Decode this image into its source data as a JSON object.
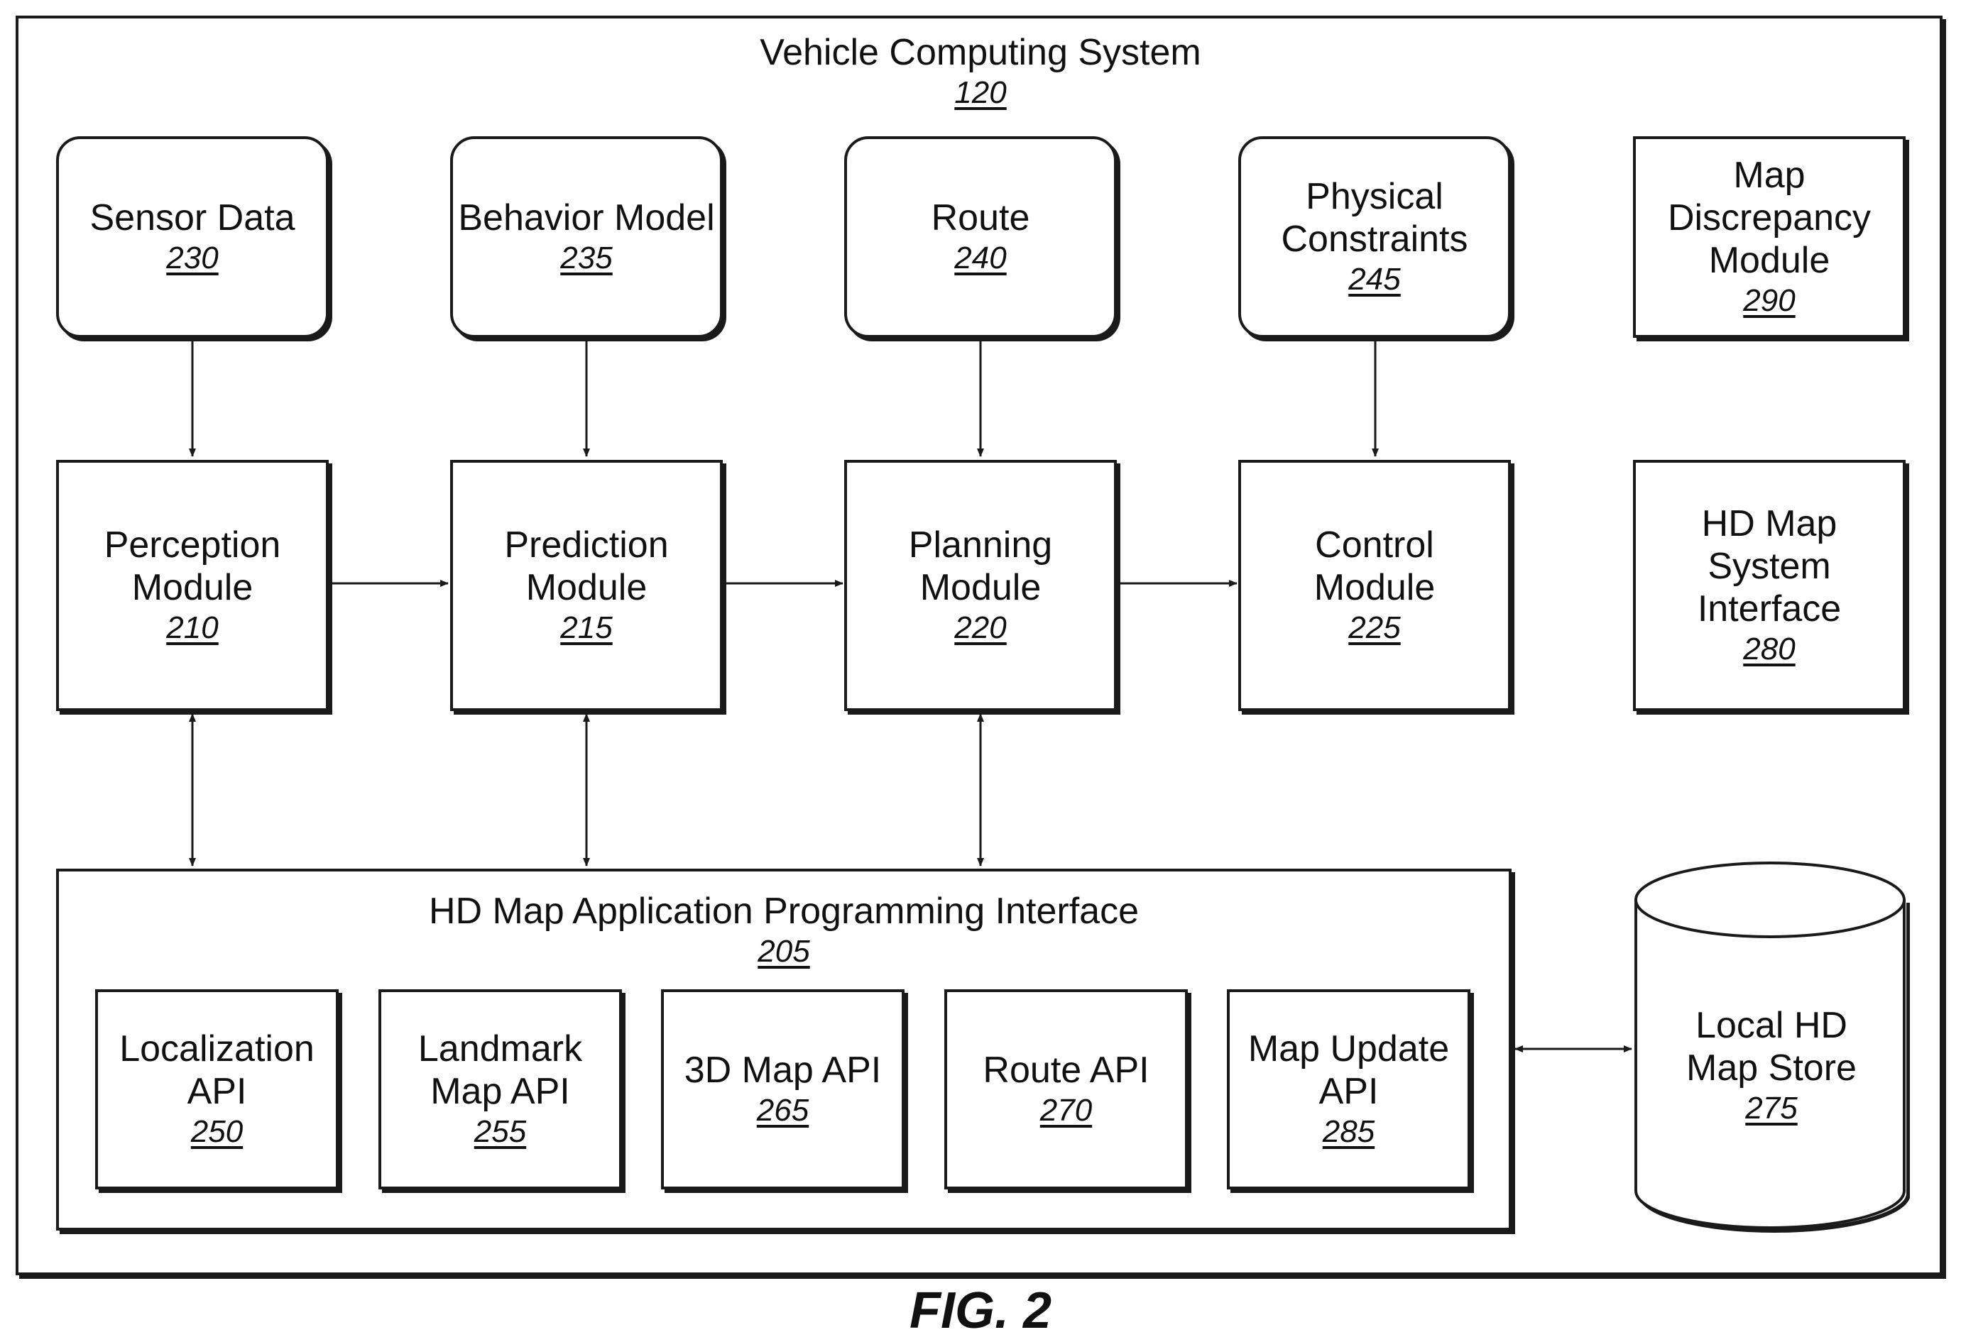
{
  "system": {
    "title": "Vehicle Computing System",
    "ref": "120"
  },
  "inputs": {
    "sensor_data": {
      "label": "Sensor Data",
      "ref": "230"
    },
    "behavior_model": {
      "label": "Behavior Model",
      "ref": "235"
    },
    "route": {
      "label": "Route",
      "ref": "240"
    },
    "physical_constraints": {
      "label": "Physical\nConstraints",
      "ref": "245"
    }
  },
  "modules": {
    "perception": {
      "label": "Perception\nModule",
      "ref": "210"
    },
    "prediction": {
      "label": "Prediction\nModule",
      "ref": "215"
    },
    "planning": {
      "label": "Planning\nModule",
      "ref": "220"
    },
    "control": {
      "label": "Control\nModule",
      "ref": "225"
    },
    "map_discrepancy": {
      "label": "Map\nDiscrepancy\nModule",
      "ref": "290"
    },
    "hd_map_system_interface": {
      "label": "HD Map\nSystem\nInterface",
      "ref": "280"
    }
  },
  "api": {
    "title": "HD Map Application Programming Interface",
    "ref": "205",
    "items": [
      {
        "label": "Localization\nAPI",
        "ref": "250"
      },
      {
        "label": "Landmark\nMap API",
        "ref": "255"
      },
      {
        "label": "3D Map API",
        "ref": "265"
      },
      {
        "label": "Route API",
        "ref": "270"
      },
      {
        "label": "Map Update\nAPI",
        "ref": "285"
      }
    ]
  },
  "store": {
    "label": "Local HD\nMap Store",
    "ref": "275"
  },
  "figure_label": "FIG. 2"
}
